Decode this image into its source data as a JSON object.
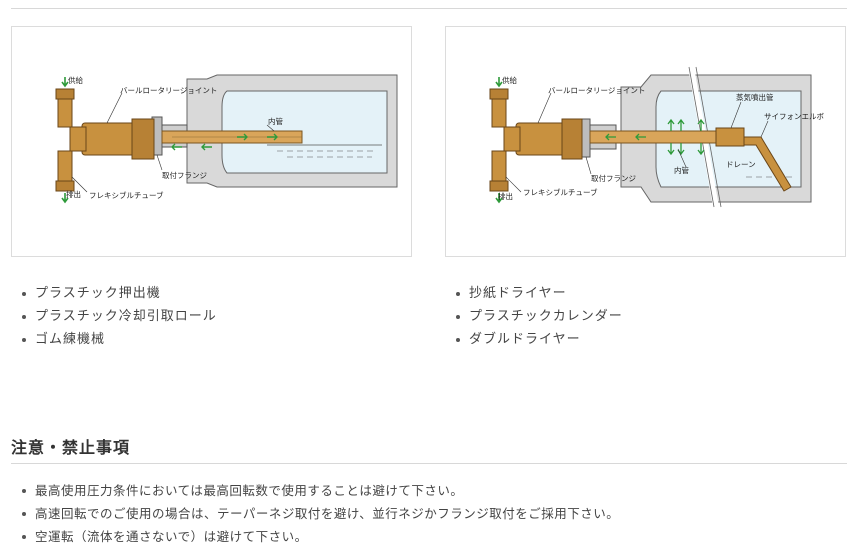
{
  "diagram_left": {
    "labels": {
      "supply": "供給",
      "joint": "バールロータリージョイント",
      "inner_pipe": "内管",
      "flange": "取付フランジ",
      "discharge": "排出",
      "flex_tube": "フレキシブルチューブ"
    }
  },
  "diagram_right": {
    "labels": {
      "supply": "供給",
      "joint": "バールロータリージョイント",
      "steam_pipe": "蒸気噴出管",
      "siphon": "サイフォンエルボ",
      "inner_pipe": "内管",
      "drain": "ドレーン",
      "flange": "取付フランジ",
      "discharge": "排出",
      "flex_tube": "フレキシブルチューブ"
    }
  },
  "applications_left": [
    "プラスチック押出機",
    "プラスチック冷却引取ロール",
    "ゴム練機械"
  ],
  "applications_right": [
    "抄紙ドライヤー",
    "プラスチックカレンダー",
    "ダブルドライヤー"
  ],
  "cautions": {
    "title": "注意・禁止事項",
    "items": [
      "最高使用圧力条件においては最高回転数で使用することは避けて下さい。",
      "高速回転でのご使用の場合は、テーパーネジ取付を避け、並行ネジかフランジ取付をご採用下さい。",
      "空運転（流体を通さないで）は避けて下さい。"
    ]
  },
  "colors": {
    "brass": "#c8913f",
    "drum": "#e0e0e0",
    "water": "#dff0f7",
    "arrow": "#2e9a3a"
  }
}
